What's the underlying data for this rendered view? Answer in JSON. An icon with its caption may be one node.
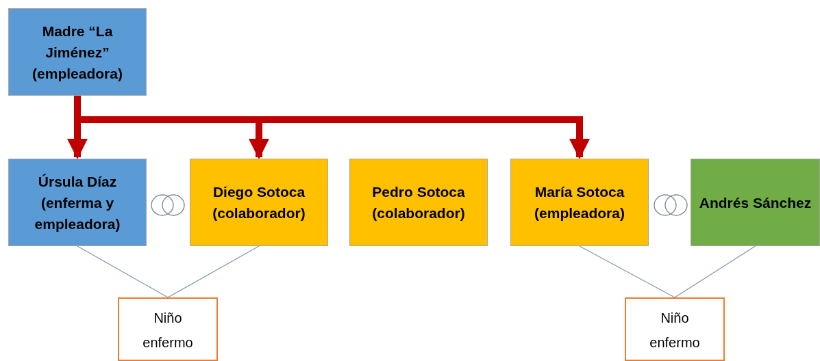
{
  "diagram": {
    "nodes": [
      {
        "text": [
          "Madre “La Jiménez” (empleadora)"
        ]
      },
      {
        "text": [
          "Úrsula Díaz (enferma y empleadora)"
        ]
      },
      {
        "text": [
          "Diego Sotoca (colaborador)"
        ]
      },
      {
        "text": [
          "Pedro Sotoca (colaborador)"
        ]
      },
      {
        "text": [
          "María Sotoca (empleadora)"
        ]
      },
      {
        "text": [
          "Andrés Sánchez"
        ]
      },
      {
        "text": [
          "Niño enfermo"
        ]
      },
      {
        "text": [
          "Niño enfermo"
        ]
      }
    ],
    "edges": [
      {
        "from": 0,
        "to": 1,
        "arrow": "to",
        "style": "thick",
        "color": "#c00000"
      },
      {
        "from": 0,
        "to": 2,
        "arrow": "to",
        "style": "thick",
        "color": "#c00000"
      },
      {
        "from": 0,
        "to": 4,
        "arrow": "to",
        "style": "thick",
        "color": "#c00000"
      },
      {
        "from": 1,
        "to": 6,
        "arrow": "none"
      },
      {
        "from": 2,
        "to": 6,
        "arrow": "none"
      },
      {
        "from": 4,
        "to": 7,
        "arrow": "none"
      },
      {
        "from": 5,
        "to": 7,
        "arrow": "none"
      }
    ]
  }
}
